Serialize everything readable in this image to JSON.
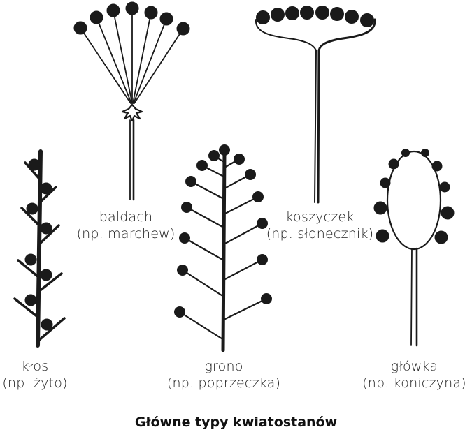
{
  "title": "Główne typy kwiatostanów",
  "inflorescences": [
    {
      "id": "klos",
      "name": "kłos",
      "example": "(np. żyto)"
    },
    {
      "id": "baldach",
      "name": "baldach",
      "example": "(np. marchew)"
    },
    {
      "id": "grono",
      "name": "grono",
      "example": "(np. poprzeczka)"
    },
    {
      "id": "koszyczek",
      "name": "koszyczek",
      "example": "(np. słonecznik)"
    },
    {
      "id": "glowka",
      "name": "główka",
      "example": "(np. koniczyna)"
    }
  ],
  "colors": {
    "ink": "#1a1a1a",
    "background": "#ffffff"
  }
}
